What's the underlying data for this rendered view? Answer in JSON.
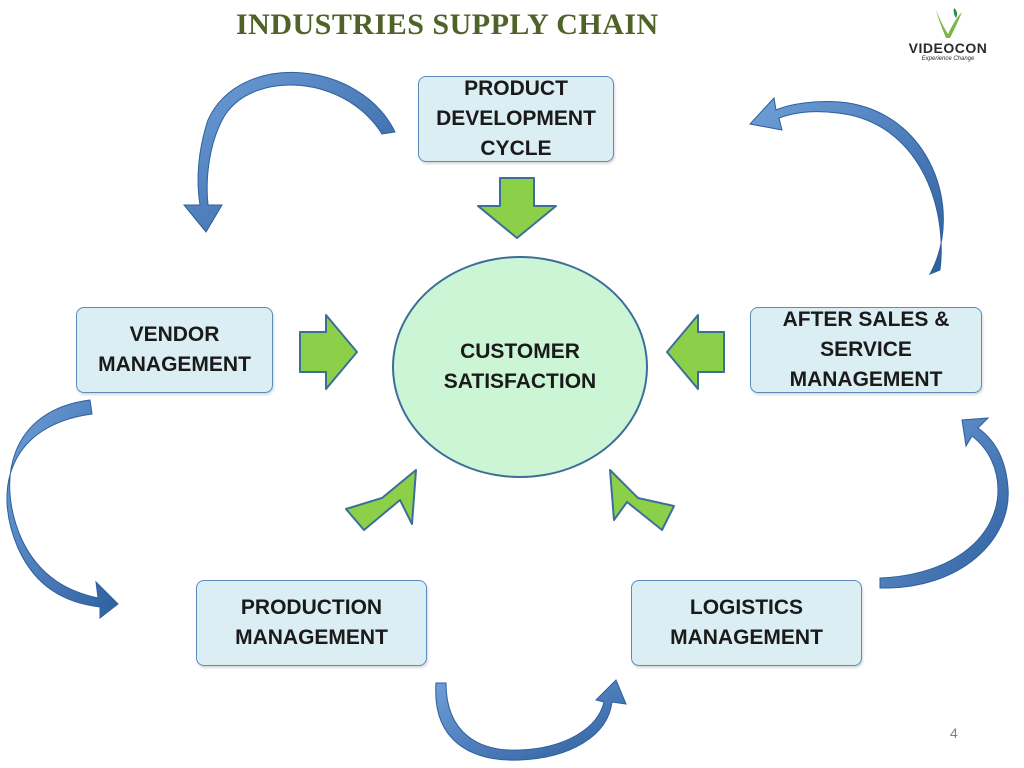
{
  "title": "INDUSTRIES SUPPLY CHAIN",
  "logo": {
    "name": "VIDEOCON",
    "tagline": "Experience Change"
  },
  "center": "CUSTOMER\nSATISFACTION",
  "nodes": {
    "product": "PRODUCT\nDEVELOPMENT\nCYCLE",
    "vendor": "VENDOR\nMANAGEMENT",
    "after_sales": "AFTER SALES &\nSERVICE\nMANAGEMENT",
    "production": "PRODUCTION\nMANAGEMENT",
    "logistics": "LOGISTICS\nMANAGEMENT"
  },
  "page_number": "4",
  "colors": {
    "title": "#4f6228",
    "box_fill": "#dbeef4",
    "box_border": "#5b8bbd",
    "circle_fill": "#ccf5d6",
    "green_arrow": "#8cd04a",
    "curved_arrow": "#4f81bd"
  }
}
